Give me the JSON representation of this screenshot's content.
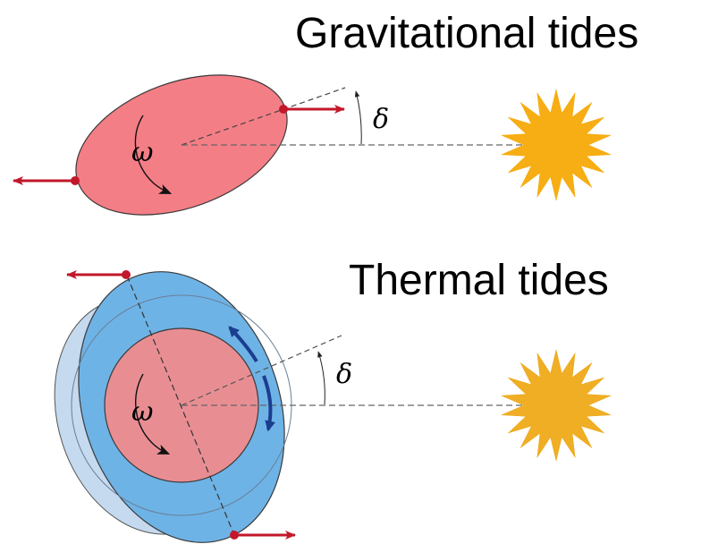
{
  "panels": {
    "gravitational": {
      "title": "Gravitational tides",
      "rotation_symbol": "ω",
      "angle_symbol": "δ"
    },
    "thermal": {
      "title": "Thermal tides",
      "rotation_symbol": "ω",
      "angle_symbol": "δ"
    }
  },
  "colors": {
    "planet_fill": "#f47e86",
    "planet_inner": "#e88e93",
    "atmosphere": "#6eb3e6",
    "atmosphere_back": "#c5d9ef",
    "force_arrow": "#c2182b",
    "flow_arrow": "#1c3e8f",
    "sun": "#f7ad14"
  },
  "icons": [
    "sun-icon",
    "rotation-arrow-icon",
    "force-arrow-icon",
    "flow-arrow-icon"
  ]
}
